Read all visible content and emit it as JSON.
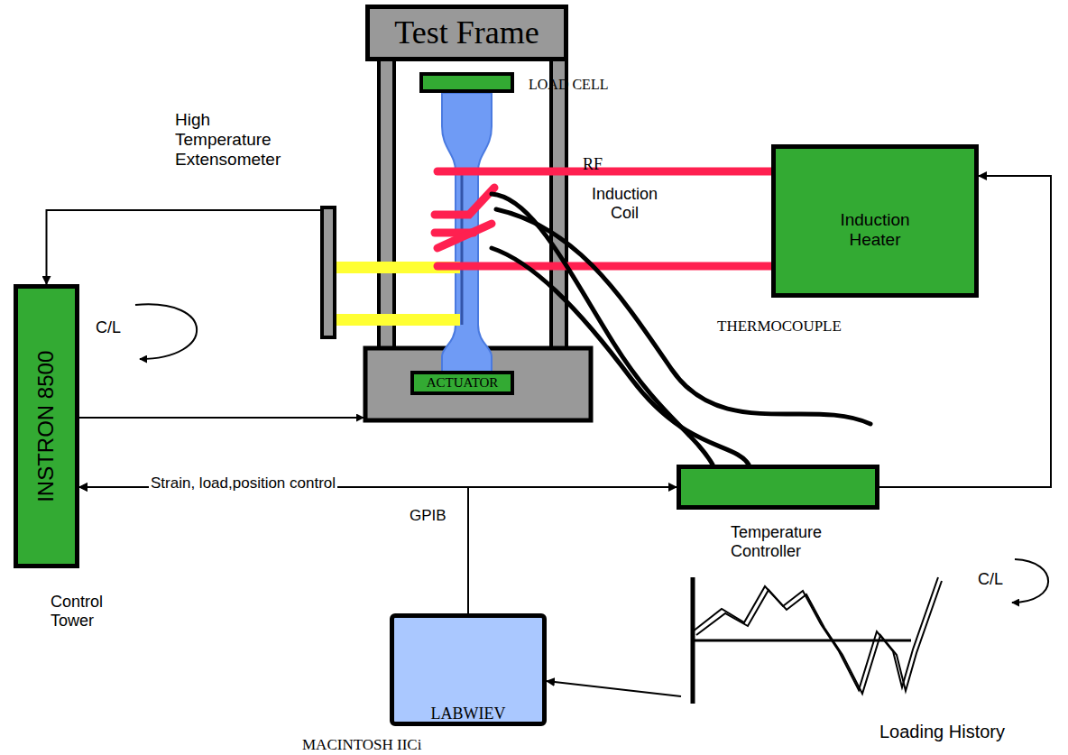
{
  "diagram": {
    "nodes": [
      {
        "text": [
          "Test Frame"
        ]
      },
      {
        "text": [
          "LOAD CELL"
        ]
      },
      {
        "text": [
          "ACTUATOR"
        ]
      },
      {
        "text": [
          "High Temperature Extensometer"
        ]
      },
      {
        "text": [
          "Induction Heater"
        ]
      },
      {
        "text": [
          "INSTRON 8500",
          "Control Tower"
        ]
      },
      {
        "text": [
          "Temperature Controller"
        ]
      },
      {
        "text": [
          "LABWIEV",
          "MACINTOSH IICi"
        ]
      },
      {
        "text": [
          "Loading History"
        ]
      }
    ],
    "edges": [
      {
        "from": 3,
        "to": 5,
        "arrow": "to"
      },
      {
        "from": 5,
        "to": 6,
        "label": "Strain, load,position control",
        "arrow": "both"
      },
      {
        "from": 6,
        "to": 4,
        "arrow": "to"
      },
      {
        "from": 7,
        "to": 5,
        "label": "GPIB",
        "arrow": "to"
      },
      {
        "from": 8,
        "to": 7,
        "arrow": "to"
      }
    ],
    "labels": [
      "RF",
      "Induction Coil",
      "THERMOCOUPLE",
      "C/L",
      "C/L"
    ]
  }
}
